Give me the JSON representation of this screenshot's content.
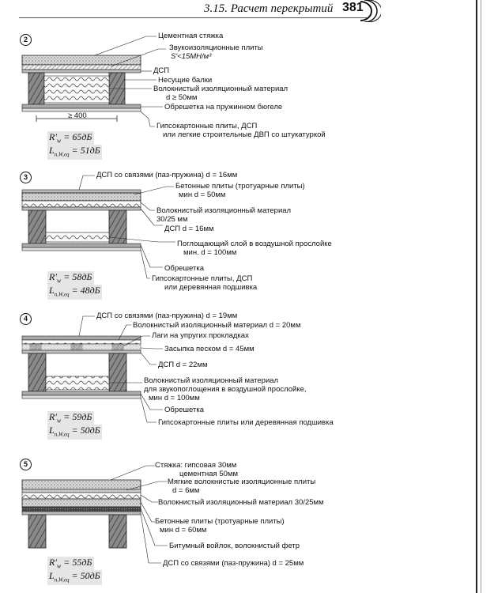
{
  "header": {
    "title": "3.15. Расчет перекрытий",
    "page_number": "381"
  },
  "sections": [
    {
      "number": "2",
      "labels": [
        "Цементная стяжка",
        "Звукоизоляционные плиты",
        "S'<15МН/м³",
        "ДСП",
        "Несущие балки",
        "Волокнистый изоляционный материал",
        "d ≥ 50мм",
        "Обрешетка на пружинном бюгеле",
        "Гипсокартонные плиты, ДСП",
        "или легкие строительные ДВП со штукатуркой"
      ],
      "dimension": "≥ 400",
      "ratings": [
        {
          "symbol": "R'",
          "sub": "w",
          "value": "= 65дБ"
        },
        {
          "symbol": "L",
          "sub": "n,W,eq",
          "value": "= 51дБ"
        }
      ]
    },
    {
      "number": "3",
      "labels": [
        "ДСП со связями (паз-пружина) d = 16мм",
        "Бетонные плиты (тротуарные плиты)",
        "мин  d = 50мм",
        "Волокнистый изоляционный материал",
        "30/25 мм",
        "ДСП d = 16мм",
        "Поглощающий слой в воздушной прослойке",
        "мин. d = 100мм",
        "Обрешетка",
        "Гипсокартонные плиты, ДСП",
        "или деревянная подшивка"
      ],
      "ratings": [
        {
          "symbol": "R'",
          "sub": "w",
          "value": "= 58дБ"
        },
        {
          "symbol": "L",
          "sub": "n,W,eq",
          "value": "= 48дБ"
        }
      ]
    },
    {
      "number": "4",
      "labels": [
        "ДСП со связями (паз-пружина) d = 19мм",
        "Волокнистый изоляционный материал d = 20мм",
        "Лаги на упругих прокладках",
        "Засыпка песком d = 45мм",
        "ДСП d = 22мм",
        "Волокнистый изоляционный материал",
        "для звукопоглощения в воздушной прослойке,",
        "мин  d = 100мм",
        "Обрешетка",
        "Гипсокартонные плиты или деревянная подшивка"
      ],
      "ratings": [
        {
          "symbol": "R'",
          "sub": "w",
          "value": "= 59дБ"
        },
        {
          "symbol": "L",
          "sub": "n,W,eq",
          "value": "= 50дБ"
        }
      ]
    },
    {
      "number": "5",
      "labels": [
        "Стяжка: гипсовая 30мм",
        "цементная 50мм",
        "Мягкие волокнистые изоляционные плиты",
        "d = 6мм",
        "Волокнистый изоляционный материал 30/25мм",
        "Бетонные плиты (тротуарные плиты)",
        "мин  d = 60мм",
        "Битумный войлок, волокнистый фетр",
        "ДСП со связями (паз-пружина) d = 25мм"
      ],
      "ratings": [
        {
          "symbol": "R'",
          "sub": "w",
          "value": "= 55дБ"
        },
        {
          "symbol": "L",
          "sub": "n,W,eq",
          "value": "= 50дБ"
        }
      ]
    }
  ]
}
